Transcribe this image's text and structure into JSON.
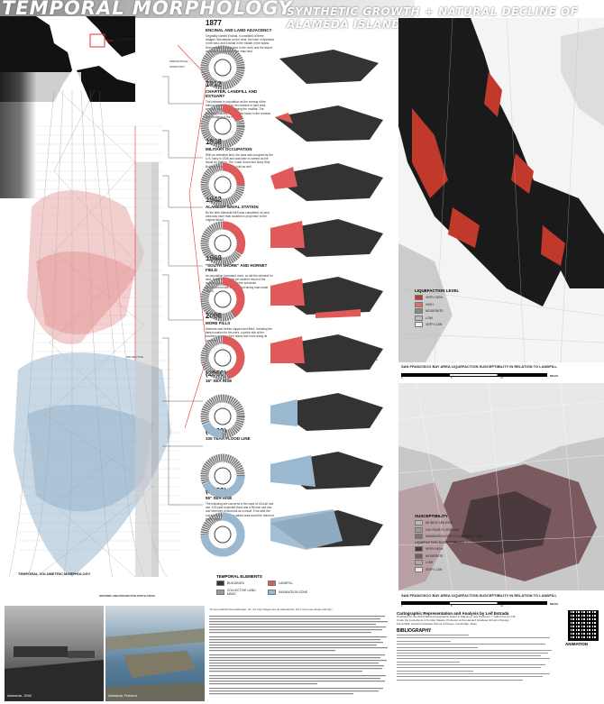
{
  "header": {
    "title": "TEMPORAL MORPHOLOGY",
    "subtitle": "SYNTHETIC GROWTH + NATURAL DECLINE OF ALAMEDA ISLAND"
  },
  "locator": {
    "label": "ALAMEDA"
  },
  "volumetric": {
    "label": "TEMPORAL VOLUMETRIC MORPHOLOGY",
    "historic_label": "HISTORIC AND PROJECTIVE POPULATION",
    "projective_left": "PROJECTIVE",
    "projective_right": "PROJECTIVE",
    "percentage_label": "PERCENTAGE",
    "inventory_label": "INVENTORY"
  },
  "eras": [
    {
      "year": "1877",
      "name": "ENCINAL AND LAND ADJACENCY",
      "text": "Originally named Encinal, it consisted of three villages: Woodstock on the west, the town of Alameda in the east, and Encinal in the middle of the island. Sea wall was constructed to the north and the island was later connected to the main land."
    },
    {
      "year": "1912",
      "name": "CHARTER, LANDFILL AND ESTUARY",
      "text": "The increase in population as the coming of the railroad demanded for an increase of land area, which is evolved by dredging the mudflat. The dredging industry was a major factor in the creation and dredging of the estuary."
    },
    {
      "year": "1938",
      "name": "MILITARY OCCUPATION",
      "text": "With an extended land, the area was occupied by the U.S. Navy in 1936 and was later re-named as the Naval Air Station. The Coast Guard and Navy Ship Building were artificially built as well."
    },
    {
      "year": "1942",
      "name": "ALAMEDA NAVAL STATION",
      "text": "By the time Alameda NAS was completed, its land area was more than doubled in proportion to the original island."
    },
    {
      "year": "1960",
      "name": "\"SOUTH SHORE\" AND HORNET FIELD",
      "text": "As population increased more, so did the demand for land. South Shore was yet another result of the spawning landfill, creating the suburban neighborhood with a waterfront facing man-made beach."
    },
    {
      "year": "2000",
      "name": "MORE FILLS",
      "text": "Alameda was further capped and filled, including the latest location for the piers, a yacht club at the southern portion of the island and more along its perimeter."
    },
    {
      "year": "(2050)",
      "name": "16\" SEA RISE",
      "text": ""
    },
    {
      "year": "(2100)",
      "name": "100 YEAR FLOOD LINE",
      "text": ""
    },
    {
      "year": "(2150)",
      "name": "55\" SEA RISE",
      "text": "The following are concerns in the case of 16-inch sea rise, 100-year expected flood and a 55-inch sea rise and inventory of land lost as a result. If we take the current fill, much of the added area would be returned to the water."
    }
  ],
  "temporal_elements": {
    "title": "TEMPORAL ELEMENTS",
    "items": [
      "BUILDINGS",
      "LANDFILL",
      "COLLECTIVE LAND MASS",
      "INUNDATION ZONE"
    ]
  },
  "map1": {
    "caption": "SAN FRANCISCO BAY AREA LIQUEFACTION SUSCEPTIBILITY IN RELATION TO LANDFILL",
    "legend_title": "LIQUEFACTION LEVEL",
    "legend": [
      "VERY HIGH",
      "HIGH",
      "MODERATE",
      "LOW",
      "VERY LOW"
    ],
    "scale": [
      "0",
      "5",
      "10",
      "MILES"
    ]
  },
  "map2": {
    "caption": "SAN FRANCISCO BAY AREA LIQUEFACTION SUSCEPTIBILITY IN RELATION TO LANDFILL",
    "legend_title": "SUSCEPTIBILITY",
    "legend": [
      "55 INCH SEA RISE",
      "100 YEAR FLOODLINE",
      "INUNDATION DUE TO LIQUEFACTION"
    ],
    "legend2_title": "LIQUEFACTION SUSCEPTIBILITY",
    "legend2": [
      "VERY HIGH",
      "MODERATE",
      "LOW",
      "VERY LOW"
    ],
    "scale": [
      "0",
      "5",
      "10",
      "MILES"
    ]
  },
  "photos": {
    "left_caption": "Alameda, 1940",
    "right_caption": "Alameda, Present"
  },
  "credits": {
    "title": "Cartographic Representation and Analysis by Leif Estrada",
    "lines": [
      "Produced for the 2014 National Geographic Award in Mapping | GIS Professor Y Yaiko Fine for GIS",
      "Under the instructions of Fumiko Takebe, Professor at the Harvard Graduate School of Design",
      "Fiona Watt, Harvard Graduate School of Design, Cambridge, Mass."
    ],
    "bibliography_title": "BIBLIOGRAPHY",
    "animation_label": "ANIMATION"
  },
  "intro_quote": "\"As we urbanize the landscape, our not only images are an abandoned, but it must see shape and city.\"",
  "colors": {
    "pink": "#e8a8a8",
    "red": "#e05a5a",
    "blue": "#9ab8cf",
    "dark": "#333333"
  }
}
